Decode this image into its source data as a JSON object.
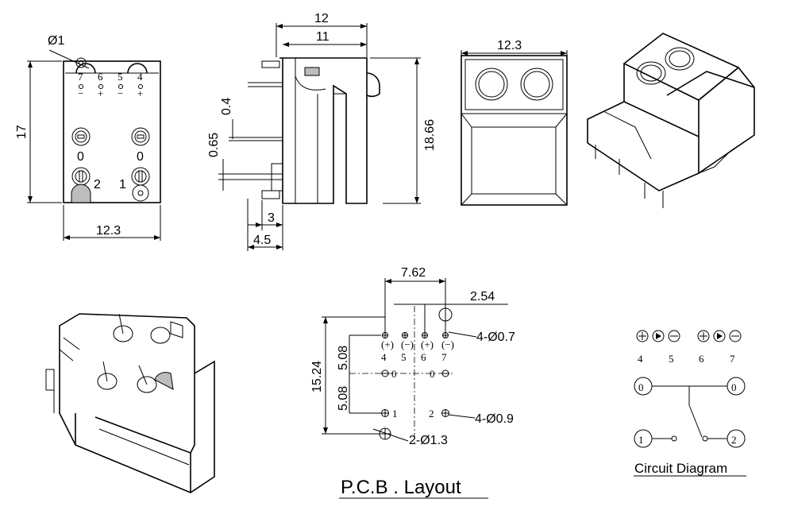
{
  "dimensions": {
    "hole_dia": "Ø1",
    "height_17": "17",
    "width_12_3_bottom": "12.3",
    "width_12_side": "12",
    "width_11_side": "11",
    "d_0_4": "0.4",
    "d_0_65": "0.65",
    "height_18_66": "18.66",
    "d_3": "3",
    "d_4_5": "4.5",
    "width_12_3_front": "12.3"
  },
  "top_view_labels": {
    "pins": [
      "7",
      "6",
      "5",
      "4"
    ],
    "polarity": [
      "−",
      "+",
      "−",
      "+"
    ],
    "zero_left": "0",
    "zero_right": "0",
    "label_2": "2",
    "label_1": "1"
  },
  "pcb": {
    "title": "P.C.B . Layout",
    "d_7_62": "7.62",
    "d_2_54": "2.54",
    "d_15_24": "15.24",
    "d_5_08_top": "5.08",
    "d_5_08_bottom": "5.08",
    "callout_small": "4-Ø0.7",
    "callout_medium": "4-Ø0.9",
    "callout_large": "2-Ø1.3",
    "pin_labels": [
      "4",
      "5",
      "6",
      "7"
    ],
    "zero_left": "0",
    "zero_right": "0",
    "label_1": "1",
    "label_2": "2"
  },
  "circuit": {
    "title": "Circuit Diagram",
    "pin_labels": [
      "4",
      "5",
      "6",
      "7"
    ],
    "node_0_left": "0",
    "node_0_right": "0",
    "node_1": "1",
    "node_2": "2"
  }
}
